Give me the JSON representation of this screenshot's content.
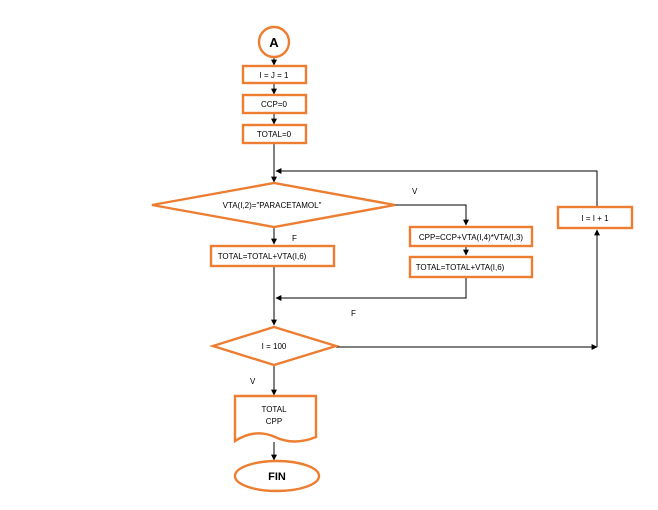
{
  "flowchart": {
    "start_connector": "A",
    "init_ij": "I = J = 1",
    "init_ccp": "CCP=0",
    "init_total": "TOTAL=0",
    "decision_condition": "VTA(I,2)=\"PARACETAMOL\"",
    "true_branch_label": "V",
    "false_branch_label": "F",
    "true_step_ccp": "CPP=CCP+VTA(I,4)*VTA(I,3)",
    "true_step_total": "TOTAL=TOTAL+VTA(I,6)",
    "false_step_total": "TOTAL=TOTAL+VTA(I,6)",
    "loop_condition": "I = 100",
    "loop_false_label": "F",
    "loop_true_label": "V",
    "increment": "I = I + 1",
    "output_line1": "TOTAL",
    "output_line2": "CPP",
    "end_terminal": "FIN"
  }
}
